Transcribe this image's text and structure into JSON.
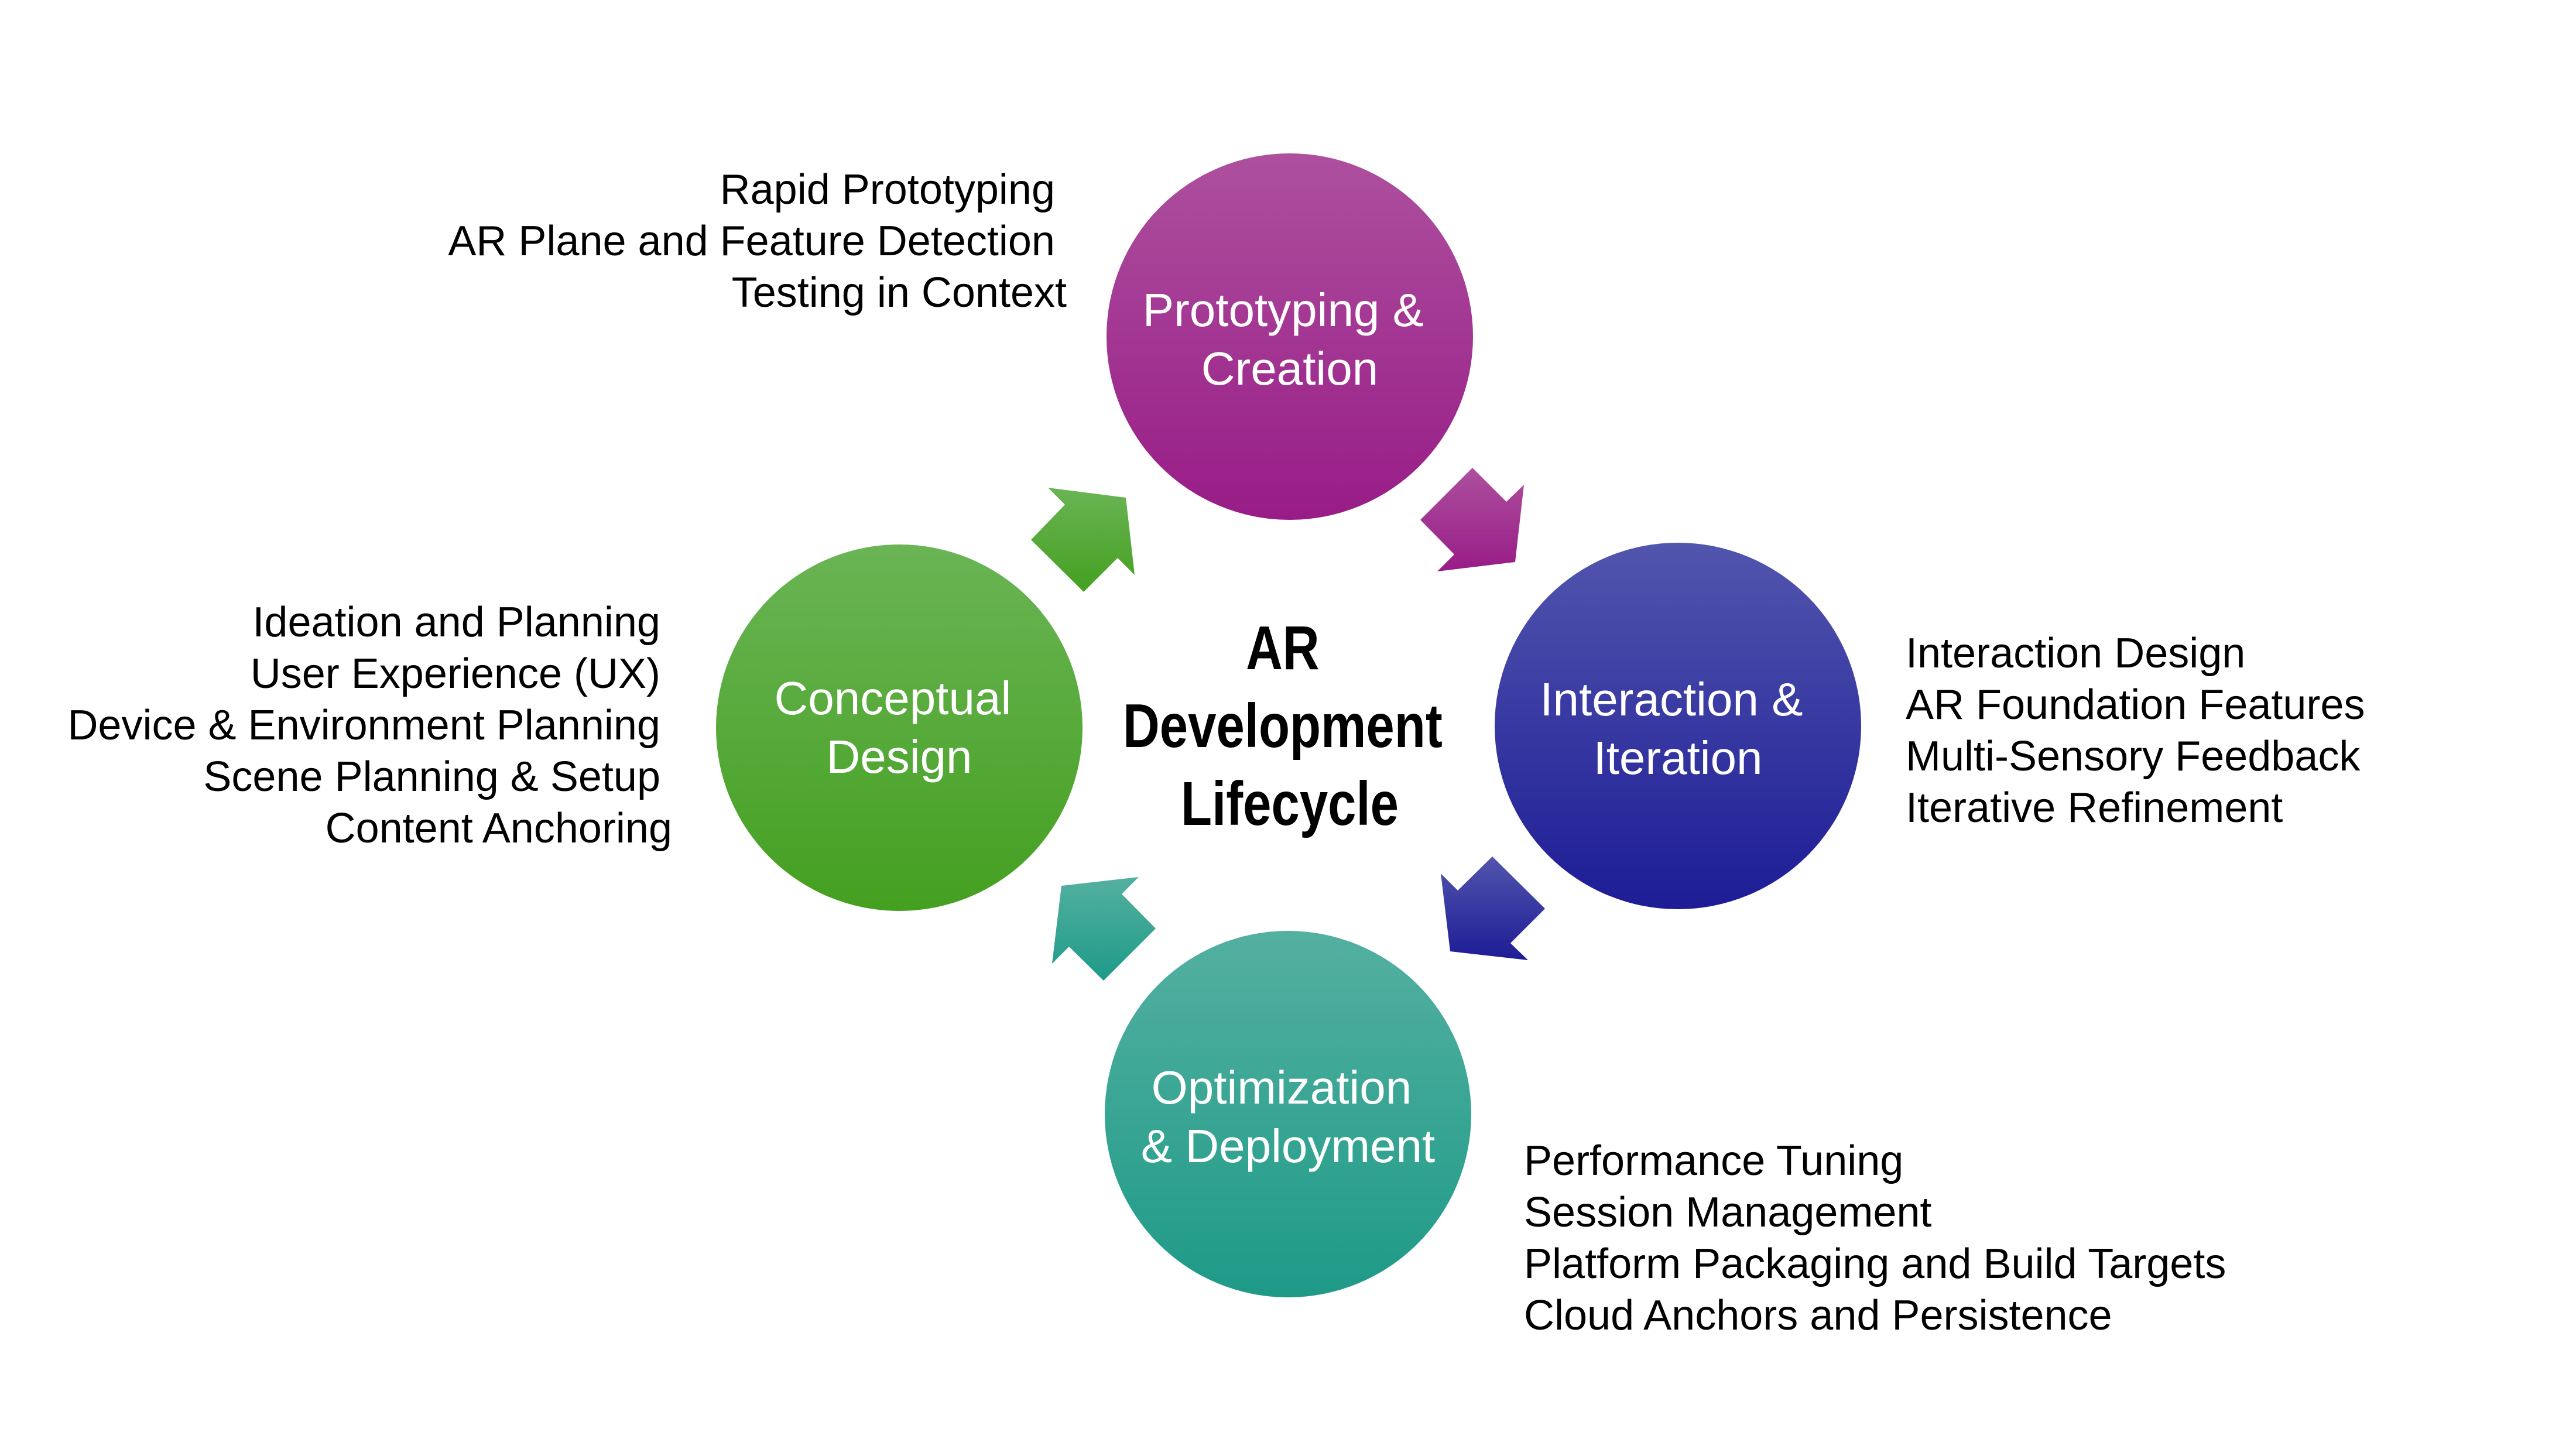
{
  "title": {
    "lines": [
      "AR",
      "Development",
      "Lifecycle"
    ]
  },
  "stages": [
    {
      "id": "prototyping",
      "label_lines": [
        "Prototyping &",
        "Creation"
      ],
      "colors": {
        "top": "#ad509e",
        "bottom": "#981c87"
      },
      "items": [
        "Rapid Prototyping",
        "AR Plane and Feature Detection",
        "Testing in Context"
      ]
    },
    {
      "id": "interaction",
      "label_lines": [
        "Interaction &",
        "Iteration"
      ],
      "colors": {
        "top": "#5255ad",
        "bottom": "#1d1c96"
      },
      "items": [
        "Interaction Design",
        "AR Foundation Features",
        "Multi-Sensory Feedback",
        "Iterative Refinement"
      ]
    },
    {
      "id": "optimization",
      "label_lines": [
        "Optimization",
        "& Deployment"
      ],
      "colors": {
        "top": "#54b0a0",
        "bottom": "#1e9a88"
      },
      "items": [
        "Performance Tuning",
        "Session Management",
        "Platform Packaging and Build Targets",
        "Cloud Anchors and Persistence"
      ]
    },
    {
      "id": "conceptual",
      "label_lines": [
        "Conceptual",
        "Design"
      ],
      "colors": {
        "top": "#6ab455",
        "bottom": "#44a020"
      },
      "items": [
        "Ideation and Planning",
        "User Experience (UX)",
        "Device & Environment Planning",
        "Scene Planning & Setup",
        "Content Anchoring"
      ]
    }
  ],
  "arrows": [
    {
      "from": "conceptual",
      "to": "prototyping",
      "direction": "up-right",
      "color_stage": "conceptual"
    },
    {
      "from": "prototyping",
      "to": "interaction",
      "direction": "down-right",
      "color_stage": "prototyping"
    },
    {
      "from": "interaction",
      "to": "optimization",
      "direction": "down-left",
      "color_stage": "interaction"
    },
    {
      "from": "optimization",
      "to": "conceptual",
      "direction": "up-left",
      "color_stage": "optimization"
    }
  ]
}
